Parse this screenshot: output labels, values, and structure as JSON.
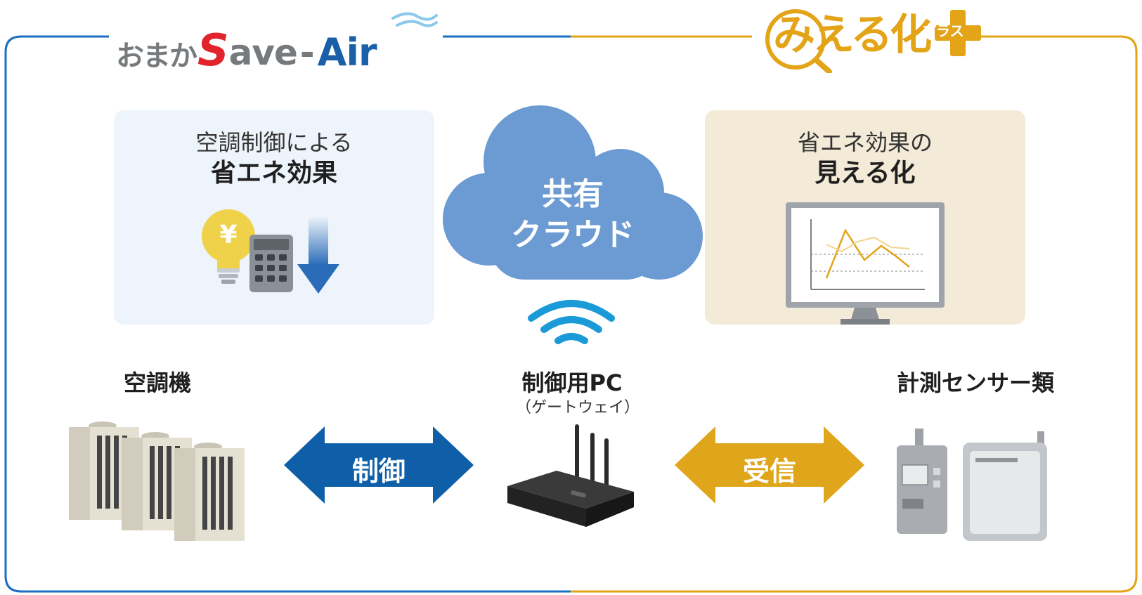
{
  "logos": {
    "left": {
      "jp": "おまか",
      "s": "S",
      "ave": "ave",
      "dash": "-",
      "air": "Air"
    },
    "right": {
      "text": "みえる化",
      "plus": "プラス"
    }
  },
  "left_panel": {
    "line1": "空調制御による",
    "line2": "省エネ効果",
    "yen_symbol": "¥"
  },
  "right_panel": {
    "line1": "省エネ効果の",
    "line2": "見える化"
  },
  "cloud": {
    "line1": "共有",
    "line2": "クラウド"
  },
  "nodes": {
    "aircon": "空調機",
    "pc": "制御用PC",
    "pc_sub": "（ゲートウェイ）",
    "sensors": "計測センサー類"
  },
  "arrows": {
    "control": "制御",
    "receive": "受信"
  },
  "colors": {
    "blue": "#1a6fc0",
    "gold": "#e3a418",
    "cloud": "#6b9bd2",
    "arrow_blue": "#0e5fa8",
    "arrow_gold": "#dfa61c"
  }
}
